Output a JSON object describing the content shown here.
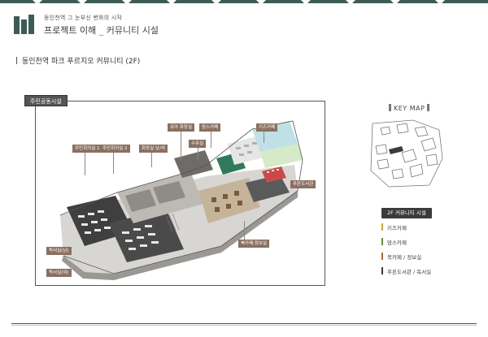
{
  "header": {
    "subtitle": "동인천역 그 눈부신 변화의 시작",
    "title_main": "프로젝트 이해",
    "title_sep": "_",
    "title_section": "커뮤니티 시설"
  },
  "section": {
    "heading": "동인천역 파크 푸르지오 커뮤니티 (2F)"
  },
  "floor_plan": {
    "badge": "주민공동시설",
    "callouts": {
      "room1": "주민회의실 1",
      "room2": "주민회의실 2",
      "restroom": "화장실 남/여",
      "kids_restroom": "유아 화장실",
      "gym_cafe": "맘스카페",
      "nursing": "수유실",
      "kids_cafe": "키즈카페",
      "library": "푸른도서관",
      "study_upper": "독서실(남)",
      "study_lower": "독서실(여)",
      "book_cafe": "북카페,정보실"
    }
  },
  "keymap": {
    "title": "KEY MAP",
    "accent": "#3b3b3b"
  },
  "legend": {
    "header": "2F 커뮤니티 시설",
    "items": [
      {
        "label": "키즈카페",
        "color": "#c9a53a"
      },
      {
        "label": "맘스카페",
        "color": "#6d8a3a"
      },
      {
        "label": "북카페 / 정보실",
        "color": "#b06a3a"
      },
      {
        "label": "푸른도서관 / 독서실",
        "color": "#3b3b3b"
      }
    ]
  },
  "colors": {
    "brand": "#3d5b57",
    "callout": "#8a7060"
  }
}
